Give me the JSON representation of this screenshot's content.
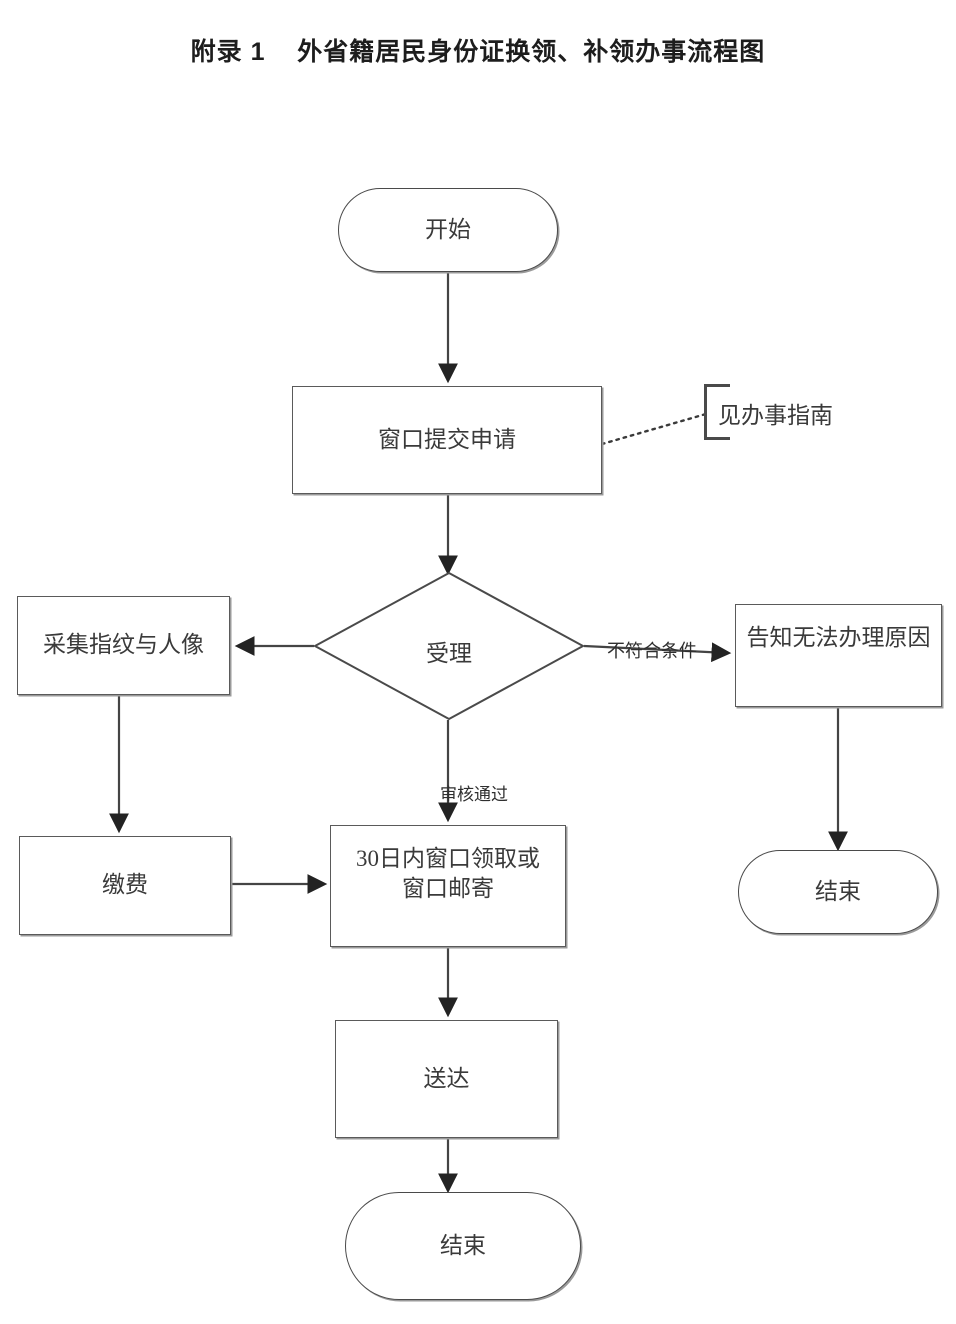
{
  "title": "附录 1    外省籍居民身份证换领、补领办事流程图",
  "flowchart": {
    "type": "flowchart",
    "nodes": [
      {
        "id": "start",
        "shape": "terminator",
        "label": "开始"
      },
      {
        "id": "submit",
        "shape": "process",
        "label": "窗口提交申请"
      },
      {
        "id": "accept",
        "shape": "decision",
        "label": "受理"
      },
      {
        "id": "collect",
        "shape": "process",
        "label": "采集指纹与人像"
      },
      {
        "id": "reject",
        "shape": "process",
        "label": "告知无法办理原因"
      },
      {
        "id": "pay",
        "shape": "process",
        "label": "缴费"
      },
      {
        "id": "pickup",
        "shape": "process",
        "label": "30日内窗口领取或窗口邮寄"
      },
      {
        "id": "deliver",
        "shape": "process",
        "label": "送达"
      },
      {
        "id": "end_main",
        "shape": "terminator",
        "label": "结束"
      },
      {
        "id": "end_reject",
        "shape": "terminator",
        "label": "结束"
      }
    ],
    "annotation": {
      "id": "guide",
      "label": "见办事指南",
      "attached_to": "submit"
    },
    "edges": [
      {
        "from": "start",
        "to": "submit",
        "label": ""
      },
      {
        "from": "submit",
        "to": "accept",
        "label": ""
      },
      {
        "from": "accept",
        "to": "collect",
        "label": ""
      },
      {
        "from": "accept",
        "to": "reject",
        "label": "不符合条件"
      },
      {
        "from": "accept",
        "to": "pickup",
        "label": "审核通过"
      },
      {
        "from": "collect",
        "to": "pay",
        "label": ""
      },
      {
        "from": "pay",
        "to": "pickup",
        "label": ""
      },
      {
        "from": "pickup",
        "to": "deliver",
        "label": ""
      },
      {
        "from": "deliver",
        "to": "end_main",
        "label": ""
      },
      {
        "from": "reject",
        "to": "end_reject",
        "label": ""
      }
    ]
  },
  "labels": {
    "start": "开始",
    "submit": "窗口提交申请",
    "accept": "受理",
    "collect": "采集指纹与人像",
    "reject": "告知无法办理原因",
    "pay": "缴费",
    "pickup_line1": "30日内窗口领取或",
    "pickup_line2": "窗口邮寄",
    "deliver": "送达",
    "end_main": "结束",
    "end_reject": "结束",
    "annotation": "见办事指南",
    "edge_reject": "不符合条件",
    "edge_pass": "审核通过"
  },
  "colors": {
    "stroke": "#4a4a4a",
    "text": "#3a3a3a",
    "background": "#ffffff",
    "shadow": "#9a9a9a"
  }
}
